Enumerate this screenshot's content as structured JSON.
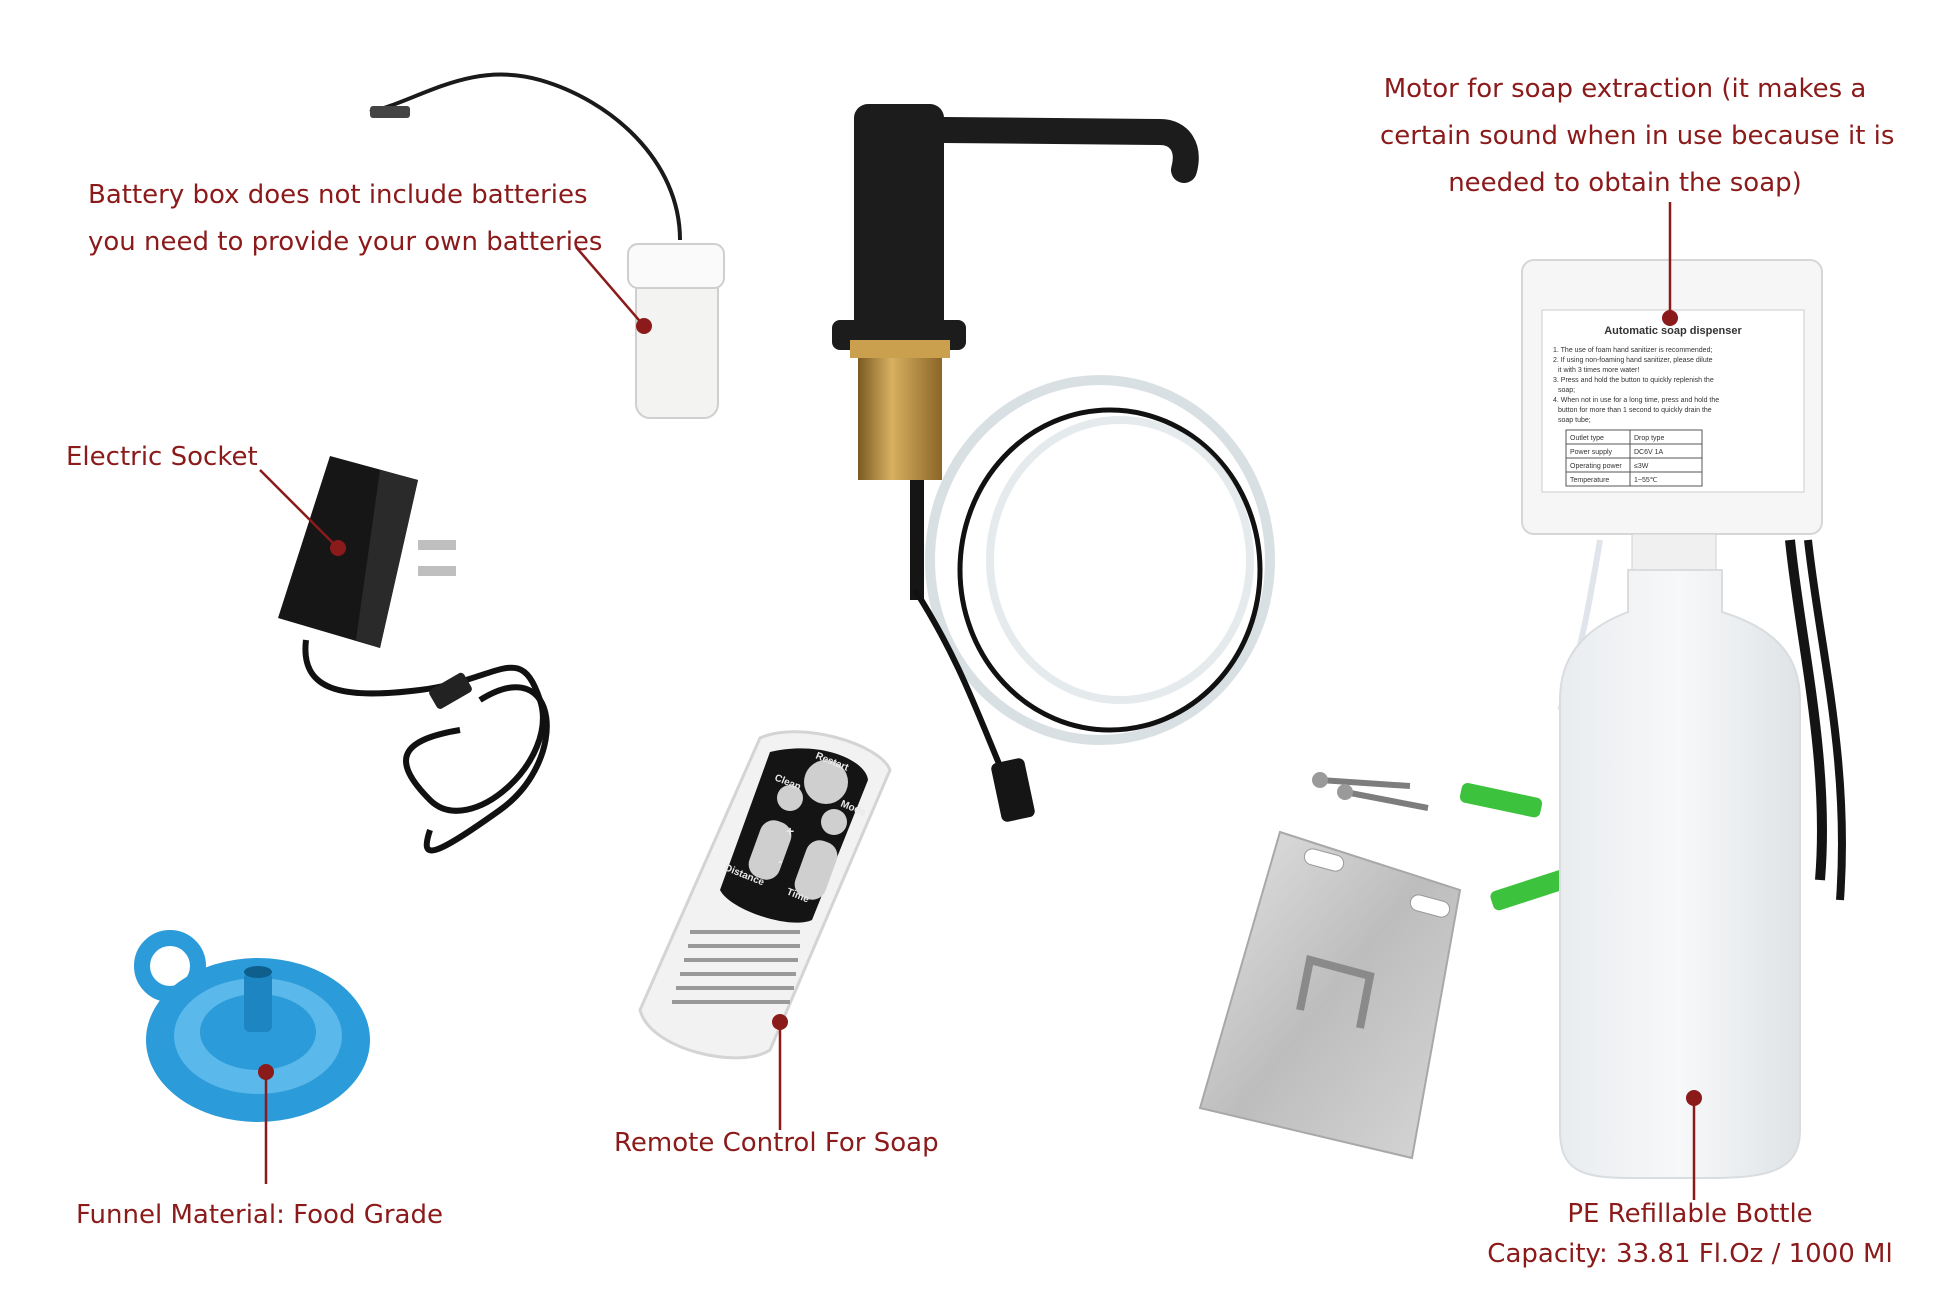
{
  "colors": {
    "label": "#8b1a1a",
    "funnel": "#2b9bd9",
    "anchor": "#3cc23c",
    "faucet": "#1c1c1c",
    "brass": "#b58a3c",
    "steel": "#c9c9c9"
  },
  "labels": {
    "battery": [
      "Battery box does not include batteries",
      "you need to provide your own batteries"
    ],
    "socket": "Electric Socket",
    "funnel": "Funnel Material: Food Grade",
    "remote": "Remote Control For Soap",
    "motor": [
      "Motor for soap extraction  (it makes a",
      "certain sound when in use because it is",
      "needed to obtain the soap)"
    ],
    "bottle": [
      "PE Refillable Bottle",
      "Capacity: 33.81 Fl.Oz / 1000 Ml"
    ]
  },
  "motor_sticker": {
    "title": "Automatic soap dispenser",
    "notes": [
      "1. The use of foam hand sanitizer is recommended;",
      "2. If using non-foaming hand sanitizer, please dilute",
      "it with 3 times more water!",
      "3. Press and hold the button to quickly replenish the",
      "soap;",
      "4. When not in use for a long time, press and hold the",
      "button for more than 1 second to quickly drain the",
      "soap tube;"
    ],
    "table": [
      [
        "Outlet type",
        "Drop type"
      ],
      [
        "Power supply",
        "DC6V 1A"
      ],
      [
        "Operating power",
        "≤3W"
      ],
      [
        "Temperature",
        "1~55℃"
      ]
    ]
  },
  "remote": {
    "buttons": [
      "Restart",
      "Clean",
      "Mode",
      "+",
      "-",
      "Distance",
      "Time"
    ]
  }
}
